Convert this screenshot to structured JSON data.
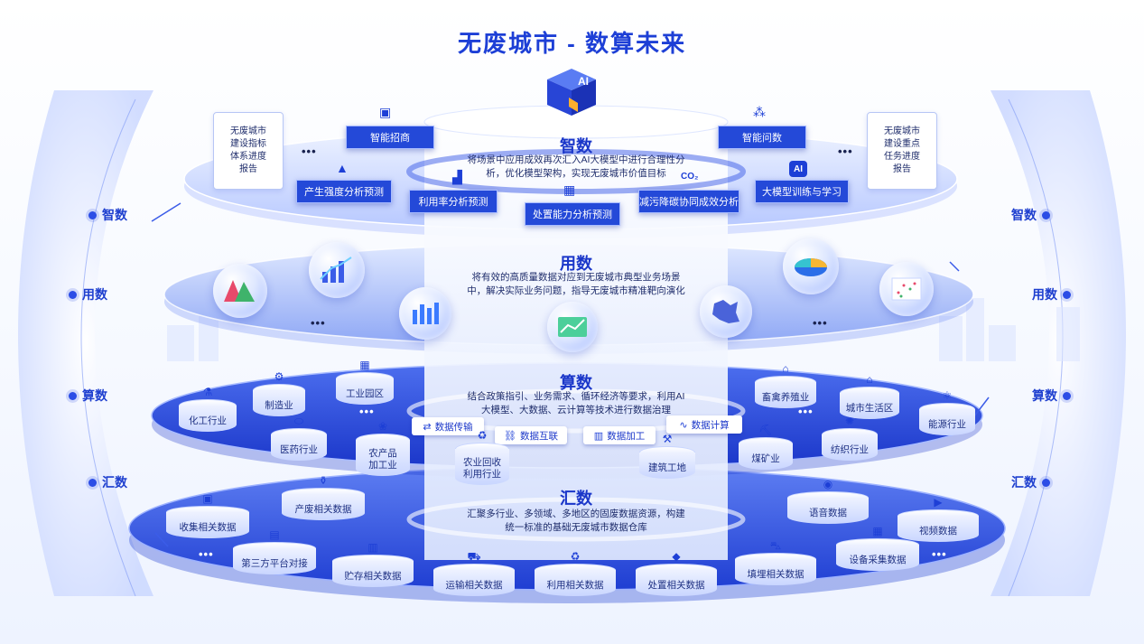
{
  "title": "无废城市 - 数算未来",
  "side_labels": {
    "left": [
      "智数",
      "用数",
      "算数",
      "汇数"
    ],
    "right": [
      "智数",
      "用数",
      "算数",
      "汇数"
    ]
  },
  "ellipsis": "•••",
  "layers": {
    "zhi": {
      "title": "智数",
      "desc_line1": "将场景中应用成效再次汇入AI大模型中进行合理性分",
      "desc_line2": "析，优化模型架构，实现无废城市价值目标",
      "report_left": [
        "无废城市",
        "建设指标",
        "体系进度",
        "报告"
      ],
      "report_right": [
        "无废城市",
        "建设重点",
        "任务进度",
        "报告"
      ],
      "buttons": [
        "智能招商",
        "智能问数",
        "产生强度分析预测",
        "利用率分析预测",
        "处置能力分析预测",
        "减污降碳协同成效分析",
        "大模型训练与学习"
      ],
      "co2_label": "CO₂",
      "ai_label": "AI"
    },
    "yong": {
      "title": "用数",
      "desc_line1": "将有效的高质量数据对应到无废城市典型业务场景",
      "desc_line2": "中，解决实际业务问题，指导无废城市精准靶向演化"
    },
    "suan": {
      "title": "算数",
      "desc_line1": "结合政策指引、业务需求、循环经济等要求，利用AI",
      "desc_line2": "大模型、大数据、云计算等技术进行数据治理",
      "subs": [
        "数据传输",
        "数据互联",
        "数据加工",
        "数据计算"
      ],
      "cylinders": [
        "化工行业",
        "制造业",
        "工业园区",
        "医药行业",
        "农产品\n加工业",
        "农业回收\n利用行业",
        "建筑工地",
        "煤矿业",
        "纺织行业",
        "畜禽养殖业",
        "城市生活区",
        "能源行业"
      ]
    },
    "hui": {
      "title": "汇数",
      "desc_line1": "汇聚多行业、多领域、多地区的固废数据资源，构建",
      "desc_line2": "统一标准的基础无废城市数据仓库",
      "cylinders": [
        "收集相关数据",
        "产废相关数据",
        "第三方平台对接",
        "贮存相关数据",
        "运输相关数据",
        "利用相关数据",
        "处置相关数据",
        "填埋相关数据",
        "设备采集数据",
        "语音数据",
        "视频数据"
      ]
    }
  },
  "colors": {
    "primary": "#2449d8",
    "title": "#1d3fd6",
    "disc_dark": "#2a4fe3",
    "disc_light": "#c8d6ff"
  }
}
